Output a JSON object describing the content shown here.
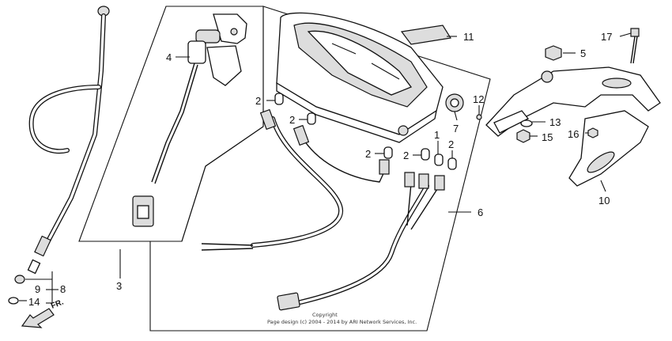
{
  "callouts": {
    "c1": "1",
    "c2a": "2",
    "c2b": "2",
    "c2c": "2",
    "c2d": "2",
    "c2e": "2",
    "c3": "3",
    "c4": "4",
    "c5": "5",
    "c6": "6",
    "c7": "7",
    "c8": "8",
    "c9": "9",
    "c10": "10",
    "c11": "11",
    "c12": "12",
    "c13": "13",
    "c14": "14",
    "c15": "15",
    "c16": "16",
    "c17": "17"
  },
  "direction_label": "FR.",
  "copyright": {
    "line1": "Copyright",
    "line2": "Page design (c) 2004 - 2014 by ARI Network Services, Inc."
  }
}
